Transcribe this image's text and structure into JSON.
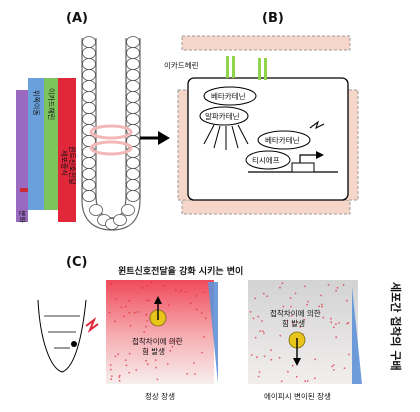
{
  "panels": {
    "a": "(A)",
    "b": "(B)",
    "c": "(C)"
  },
  "panel_a": {
    "gradient_labels": [
      "분화",
      "위쪽이동",
      "이카드헤린",
      "세포증식",
      "윈트신호전달"
    ]
  },
  "panel_b": {
    "labels": {
      "ecadherin": "이카드헤린",
      "beta_catenin_1": "베타카테닌",
      "alpha_catenin": "알파카테닌",
      "beta_catenin_2": "베타카테닌",
      "tcf": "티시에프"
    }
  },
  "panel_c": {
    "title": "윈트신호전달을 강화 시키는 변이",
    "side_label": "세포간 접착의 구배",
    "left_box": {
      "force_text_line1": "접착차이에 의한",
      "force_text_line2": "힘 발생",
      "caption": "정상 장생"
    },
    "right_box": {
      "force_text_line1": "접착차이에 의한",
      "force_text_line2": "힘 발생",
      "caption": "에이피시 변이된 장생"
    }
  },
  "colors": {
    "violet": "#8e5fb5",
    "blue": "#4f8fd6",
    "green": "#6fbf4a",
    "red": "#e0283a",
    "pink_membrane": "#f6d3c7",
    "cell_yellow": "#e8c51a"
  }
}
